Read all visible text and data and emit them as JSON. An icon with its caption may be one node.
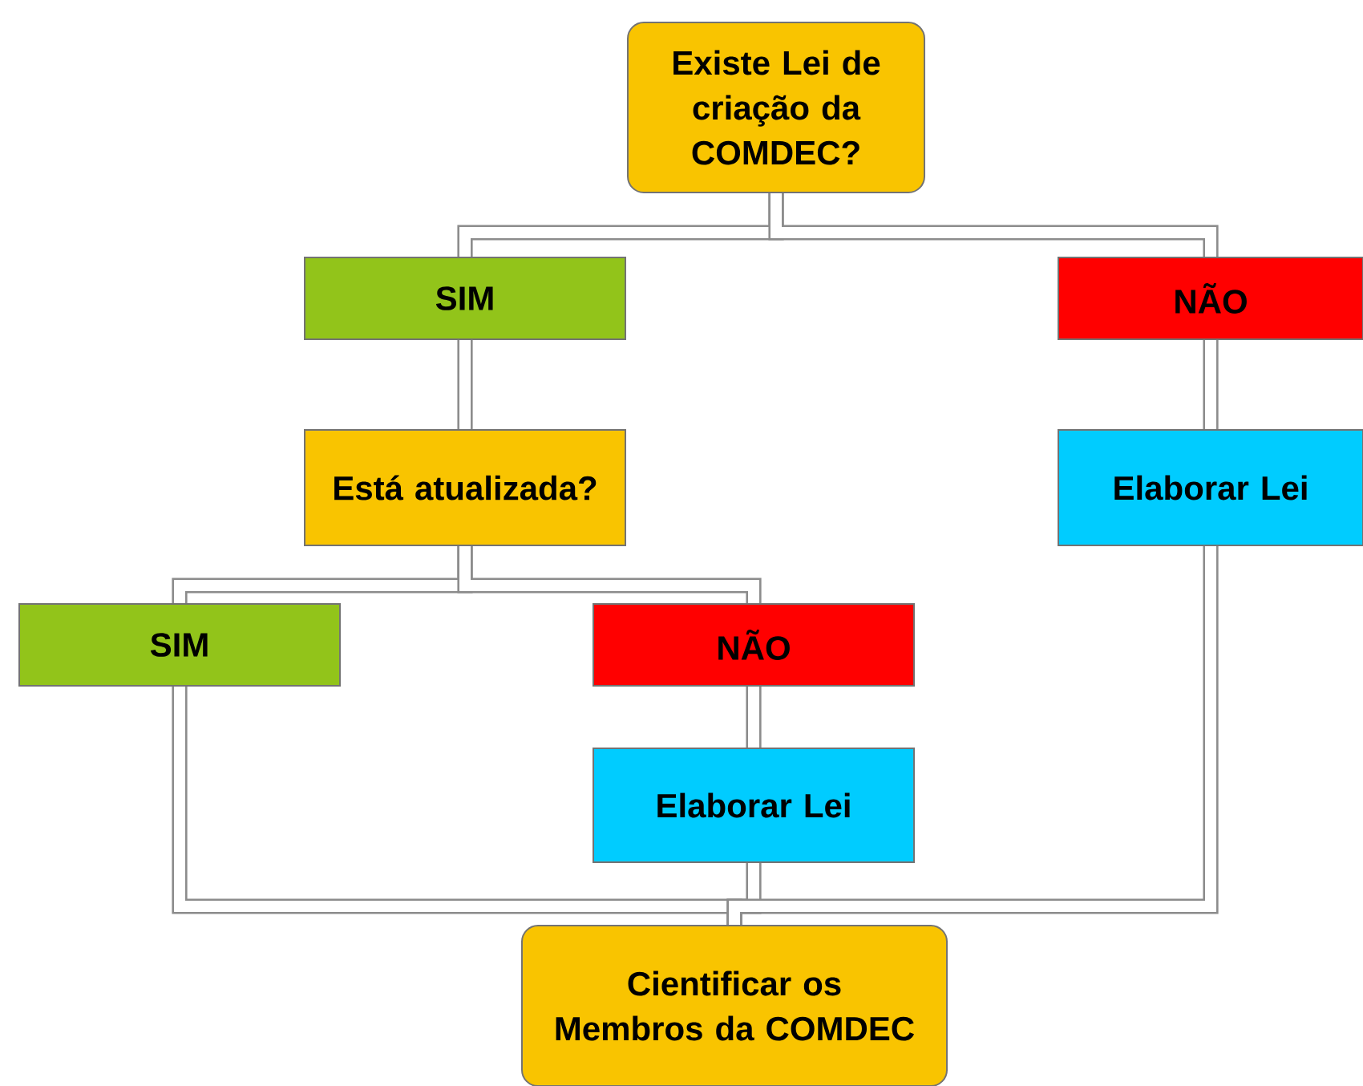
{
  "diagram": {
    "nodes": [
      {
        "text": [
          "Existe Lei de criação da COMDEC?"
        ]
      },
      {
        "text": [
          "SIM"
        ]
      },
      {
        "text": [
          "NÃO"
        ]
      },
      {
        "text": [
          "Está atualizada?"
        ]
      },
      {
        "text": [
          "Elaborar Lei"
        ]
      },
      {
        "text": [
          "SIM"
        ]
      },
      {
        "text": [
          "NÃO"
        ]
      },
      {
        "text": [
          "Elaborar Lei"
        ]
      },
      {
        "text": [
          "Cientificar os Membros da COMDEC"
        ]
      }
    ],
    "edges": [
      {
        "from": 0,
        "to": 1,
        "arrow": "none"
      },
      {
        "from": 0,
        "to": 2,
        "arrow": "none"
      },
      {
        "from": 1,
        "to": 3,
        "arrow": "none"
      },
      {
        "from": 2,
        "to": 4,
        "arrow": "none"
      },
      {
        "from": 3,
        "to": 5,
        "arrow": "none"
      },
      {
        "from": 3,
        "to": 6,
        "arrow": "none"
      },
      {
        "from": 6,
        "to": 7,
        "arrow": "none"
      },
      {
        "from": 5,
        "to": 8,
        "arrow": "none"
      },
      {
        "from": 7,
        "to": 8,
        "arrow": "none"
      },
      {
        "from": 4,
        "to": 8,
        "arrow": "none"
      }
    ]
  }
}
